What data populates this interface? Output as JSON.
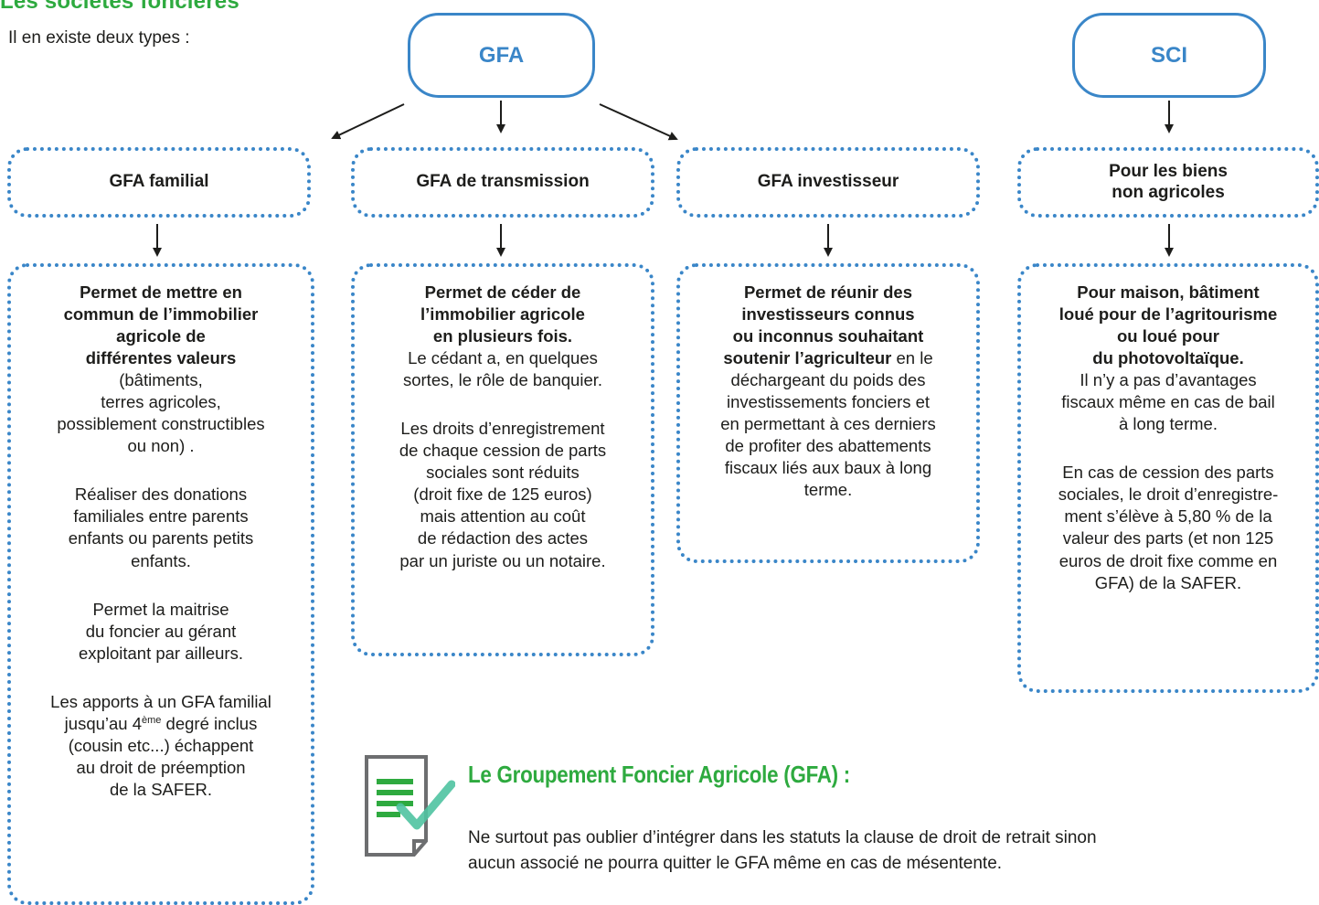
{
  "page": {
    "title": "Les sociétés foncières",
    "intro": "Il en existe deux types :"
  },
  "types": [
    {
      "label": "GFA"
    },
    {
      "label": "SCI"
    }
  ],
  "categories": [
    {
      "label": "GFA familial",
      "paragraphs": [
        [
          "Permet de mettre en",
          "commun de l’immobilier",
          "agricole de",
          "différentes valeurs",
          "(bâtiments,",
          "terres agricoles,",
          "possiblement constructibles",
          "ou non) ."
        ],
        [
          "Réaliser des donations",
          "familiales entre parents",
          "enfants ou parents petits",
          "enfants."
        ],
        [
          "Permet la maitrise",
          "du foncier au gérant",
          "exploitant par ailleurs."
        ],
        [
          "Les apports à un GFA familial",
          "jusqu’au 4ème degré inclus",
          "(cousin etc...) échappent",
          "au droit de préemption",
          "de la SAFER."
        ]
      ]
    },
    {
      "label": "GFA de transmission",
      "paragraphs": [
        [
          "Permet de céder de",
          "l’immobilier agricole",
          "en plusieurs fois.",
          "Le cédant a, en quelques",
          "sortes, le rôle de banquier."
        ],
        [
          "Les droits d’enregistrement",
          "de chaque cession de parts",
          "sociales sont réduits",
          "(droit fixe de 125 euros)",
          "mais attention au coût",
          "de rédaction des actes",
          "par un juriste ou un notaire."
        ]
      ]
    },
    {
      "label": "GFA investisseur",
      "paragraphs": [
        [
          "Permet de réunir des",
          "investisseurs connus",
          "ou inconnus souhaitant",
          "soutenir l’agriculteur en le",
          "déchargeant du poids des",
          "investissements fonciers et",
          "en permettant à ces derniers",
          "de profiter des abattements",
          "fiscaux liés aux baux à long",
          "terme."
        ]
      ]
    },
    {
      "label_line1": "Pour les biens",
      "label_line2": "non agricoles",
      "paragraphs": [
        [
          "Pour maison, bâtiment",
          "loué pour de l’agritourisme",
          "ou loué pour",
          "du photovoltaïque.",
          "Il n’y a pas d’avantages",
          "fiscaux même en cas de bail",
          "à long terme."
        ],
        [
          "En cas de cession des parts",
          "sociales, le droit d’enregistre-",
          "ment s’élève à 5,80 % de la",
          "valeur des parts (et non 125",
          "euros de droit fixe comme en",
          "GFA) de la SAFER."
        ]
      ]
    }
  ],
  "note": {
    "heading": "Le Groupement Foncier Agricole (GFA) :",
    "line1": "Ne surtout pas oublier d’intégrer dans les statuts la clause de droit de retrait sinon",
    "line2": "aucun associé ne pourra quitter le GFA même en cas de mésentente.",
    "icon": "document-check-icon"
  },
  "colors": {
    "accent_blue": "#3a86c8",
    "accent_green": "#2eaa3f",
    "icon_grey": "#6d6e70",
    "icon_teal": "#4fc3a1"
  }
}
